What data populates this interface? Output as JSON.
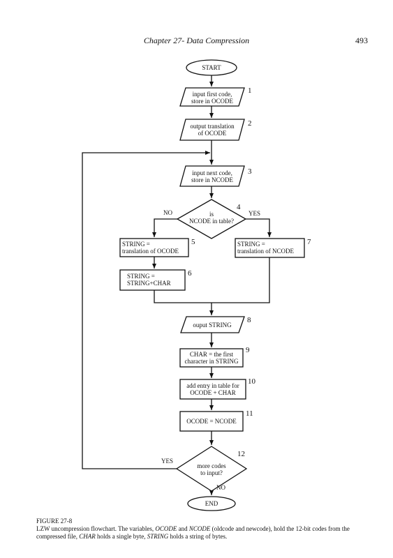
{
  "header": {
    "chapter": "Chapter 27- Data Compression",
    "page_number": "493"
  },
  "flowchart": {
    "start": "START",
    "end": "END",
    "step1": [
      "input first code,",
      "store in OCODE"
    ],
    "step2": [
      "output translation",
      "of OCODE"
    ],
    "step3": [
      "input next code,",
      "store in NCODE"
    ],
    "step4": [
      "is",
      "NCODE in table?"
    ],
    "step5": [
      "STRING =",
      "translation of OCODE"
    ],
    "step6": [
      "STRING =",
      "STRING+CHAR"
    ],
    "step7": [
      "STRING =",
      "translation of NCODE"
    ],
    "step8": "ouput STRING",
    "step9": [
      "CHAR = the first",
      "character in STRING"
    ],
    "step10": [
      "add entry in table for",
      "OCODE + CHAR"
    ],
    "step11": "OCODE = NCODE",
    "step12": [
      "more codes",
      "to input?"
    ],
    "numbers": [
      "1",
      "2",
      "3",
      "4",
      "5",
      "6",
      "7",
      "8",
      "9",
      "10",
      "11",
      "12"
    ],
    "labels": {
      "no_left": "NO",
      "yes_right": "YES",
      "yes_loop": "YES",
      "no_down": "NO"
    }
  },
  "caption": {
    "title": "FIGURE 27-8",
    "p1": "LZW uncompression flowchart.  The variables, ",
    "v1": "OCODE",
    "p2": " and ",
    "v2": "NCODE",
    "p3": " (oldcode and newcode), hold the 12-bit codes from the compressed file, ",
    "v3": "CHAR",
    "p4": " holds a single byte, ",
    "v4": "STRING",
    "p5": " holds a string of bytes."
  }
}
